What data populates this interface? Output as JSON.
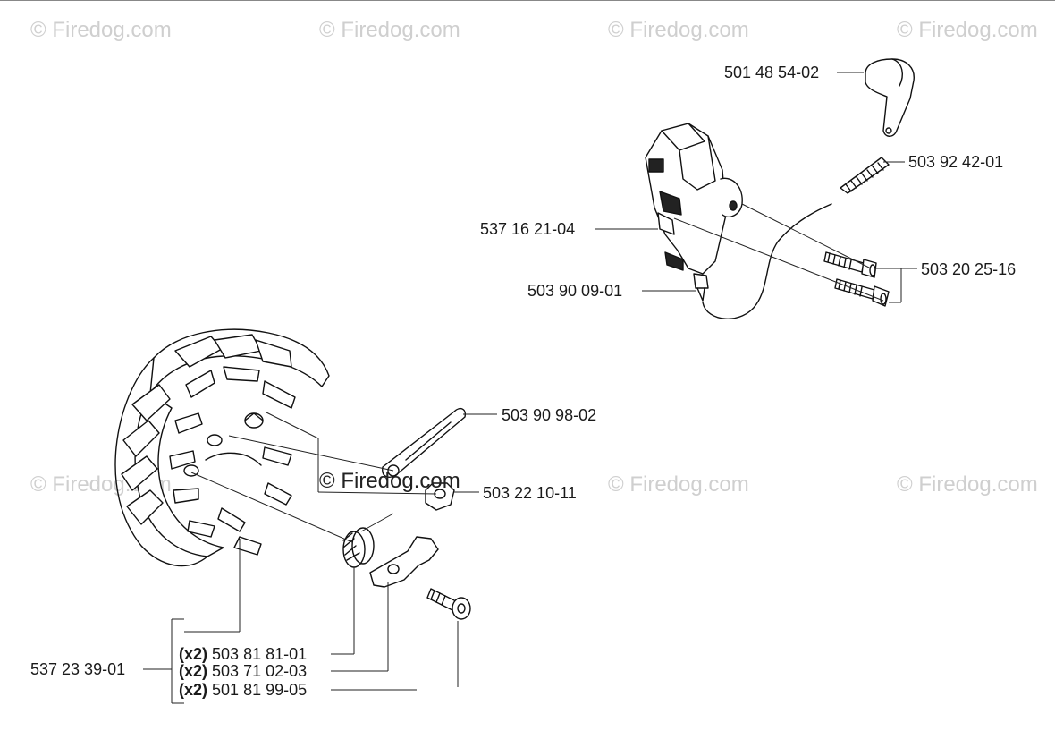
{
  "watermark": {
    "text": "© Firedog.com"
  },
  "parts": {
    "switch_knob": "501 48 54-02",
    "spring": "503 92 42-01",
    "ignition_module": "537 16 21-04",
    "bolts": "503 20 25-16",
    "cable_connector": "503 90 09-01",
    "pawl_spring": "503 90 98-02",
    "nut": "503 22 10-11",
    "flywheel": "537 23 39-01",
    "kit_spring": "503 81 81-01",
    "kit_pawl": "503 71 02-03",
    "kit_screw": "501 81 99-05"
  },
  "quantities": {
    "kit_spring": "(x2)",
    "kit_pawl": "(x2)",
    "kit_screw": "(x2)"
  }
}
